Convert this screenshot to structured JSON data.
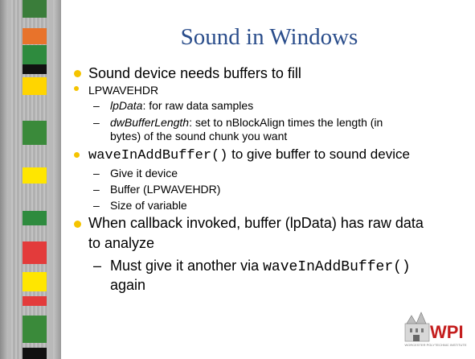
{
  "slide": {
    "title": "Sound in Windows",
    "bullets": {
      "b1": "Sound device needs buffers to fill",
      "b2": "LPWAVEHDR",
      "b2_sub1_term": "lpData",
      "b2_sub1_rest": ": for raw data samples",
      "b2_sub2_term": "dwBufferLength",
      "b2_sub2_rest_line1": ": set to nBlockAlign times the length (in",
      "b2_sub2_rest_line2": "bytes) of the sound chunk you want",
      "b3_code": "waveInAddBuffer()",
      "b3_rest": " to give buffer to sound device",
      "b3_sub1": "Give it device",
      "b3_sub2": "Buffer (LPWAVEHDR)",
      "b3_sub3": "Size of variable",
      "b4_line1": "When callback invoked, buffer (lpData) has raw data",
      "b4_line2": "to analyze",
      "b4_sub1_text": "Must give it another via ",
      "b4_sub1_code": "waveInAddBuffer()",
      "b4_sub1_line2": "again"
    },
    "dash": "–",
    "logo": {
      "text": "WPI",
      "caption": "WORCESTER POLYTECHNIC INSTITUTE"
    }
  },
  "colors": {
    "title": "#2a4d8b",
    "bullet": "#f5c400",
    "strip_blocks": [
      "#3a7d3a",
      "#e8732b",
      "#2e8b3e",
      "#111111",
      "#ffd500",
      "#3a8a3a",
      "#ffe600",
      "#2e8b3e",
      "#e33b3b",
      "#ffe600",
      "#e33b3b",
      "#3a8a3a",
      "#111111"
    ]
  }
}
